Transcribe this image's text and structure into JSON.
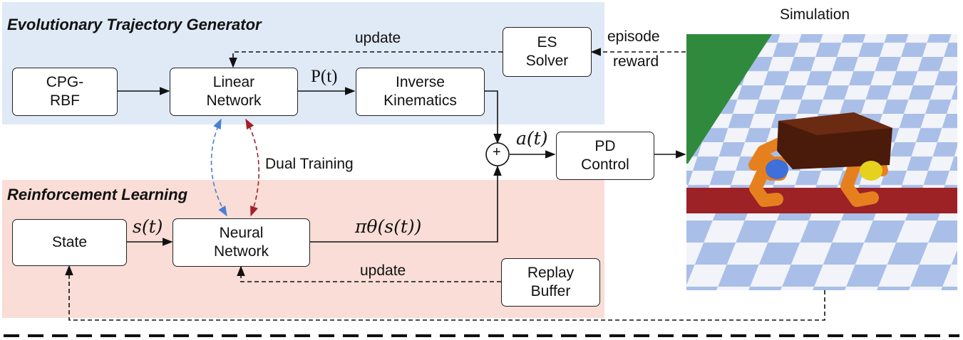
{
  "sections": {
    "etg_title": "Evolutionary Trajectory Generator",
    "rl_title": "Reinforcement Learning"
  },
  "boxes": {
    "cpg_rbf": "CPG-\nRBF",
    "linear_network": "Linear\nNetwork",
    "inverse_kinematics": "Inverse\nKinematics",
    "es_solver": "ES\nSolver",
    "pd_control": "PD\nControl",
    "state": "State",
    "neural_network": "Neural\nNetwork",
    "replay_buffer": "Replay\nBuffer"
  },
  "labels": {
    "update_top": "update",
    "episode": "episode",
    "reward": "reward",
    "p_t": "P(t)",
    "a_t": "a(t)",
    "s_t": "s(t)",
    "policy": "πθ(s(t))",
    "dual_training": "Dual Training",
    "update_bottom": "update",
    "sum_symbol": "+",
    "simulation": "Simulation"
  },
  "colors": {
    "etg_bg": "#dfeaf6",
    "rl_bg": "#f9ddd6",
    "blue_arrow": "#4a7fd6",
    "red_arrow": "#a3202a",
    "floor_light": "#f2f4fa",
    "floor_dark": "#a9bfe8",
    "green_wall": "#2f8a3e",
    "red_stripe": "#9c2226",
    "robot_body": "#4a1a0a",
    "robot_legs": "#e6801e"
  }
}
